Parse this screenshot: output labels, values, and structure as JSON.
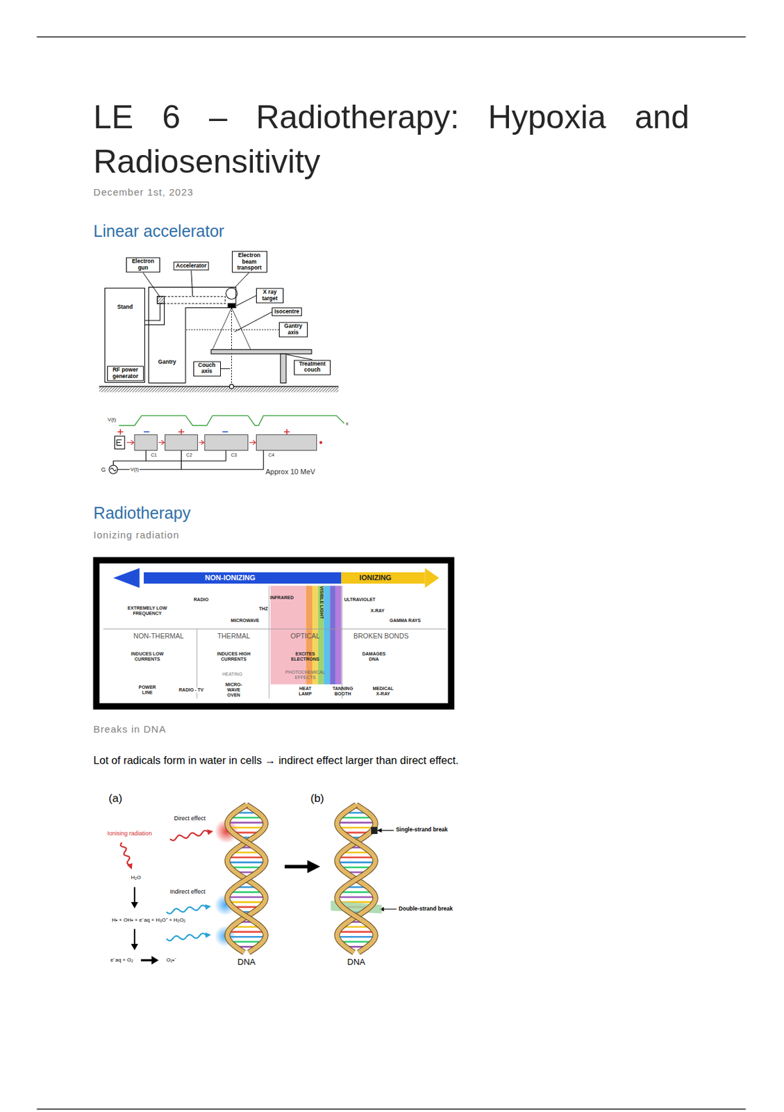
{
  "diagram": {
    "title": "LE 6 – Radiotherapy: Hypoxia and Radiosensitivity",
    "nodes": [
      {
        "text": [
          "Electron gun"
        ]
      },
      {
        "text": [
          "Accelerator"
        ]
      },
      {
        "text": [
          "Electron beam transport"
        ]
      },
      {
        "text": [
          "X ray target"
        ]
      },
      {
        "text": [
          "Stand"
        ]
      },
      {
        "text": [
          "Isocentre"
        ]
      },
      {
        "text": [
          "Gantry axis"
        ]
      },
      {
        "text": [
          "Gantry"
        ]
      },
      {
        "text": [
          "RF power generator"
        ]
      },
      {
        "text": [
          "Couch axis"
        ]
      },
      {
        "text": [
          "Treatment couch"
        ]
      }
    ],
    "labels": [
      "December 1st, 2023",
      "Linear accelerator",
      "V(t)",
      "x",
      "C1",
      "C2",
      "C3",
      "C4",
      "G",
      "V(t)",
      "Approx 10 MeV",
      "Radiotherapy",
      "Ionizing radiation",
      "NON-IONIZING",
      "IONIZING",
      "EXTREMELY LOW FREQUENCY",
      "RADIO",
      "THZ",
      "MICROWAVE",
      "INFRARED",
      "VISIBLE LIGHT",
      "ULTRAVIOLET",
      "X-RAY",
      "GAMMA RAYS",
      "NON-THERMAL",
      "THERMAL",
      "OPTICAL",
      "BROKEN BONDS",
      "INDUCES LOW CURRENTS",
      "INDUCES HIGH CURRENTS",
      "HEATING",
      "EXCITES ELECTRONS",
      "PHOTOCHEMICAL EFFECTS",
      "DAMAGES DNA",
      "POWER LINE",
      "RADIO - TV",
      "MICRO-WAVE OVEN",
      "HEAT LAMP",
      "TANNING BOOTH",
      "MEDICAL X-RAY",
      "Breaks in DNA",
      "Lot of radicals form in water in cells → indirect effect larger than direct effect.",
      "(a)",
      "(b)",
      "Direct effect",
      "Ionising radiation",
      "H₂O",
      "Indirect effect",
      "H• + OH• + e⁻aq + H₃O⁺ + H₂O₂",
      "e⁻aq + O₂",
      "O₂•⁻",
      "DNA",
      "DNA",
      "Single-strand break",
      "Double-strand break"
    ]
  }
}
